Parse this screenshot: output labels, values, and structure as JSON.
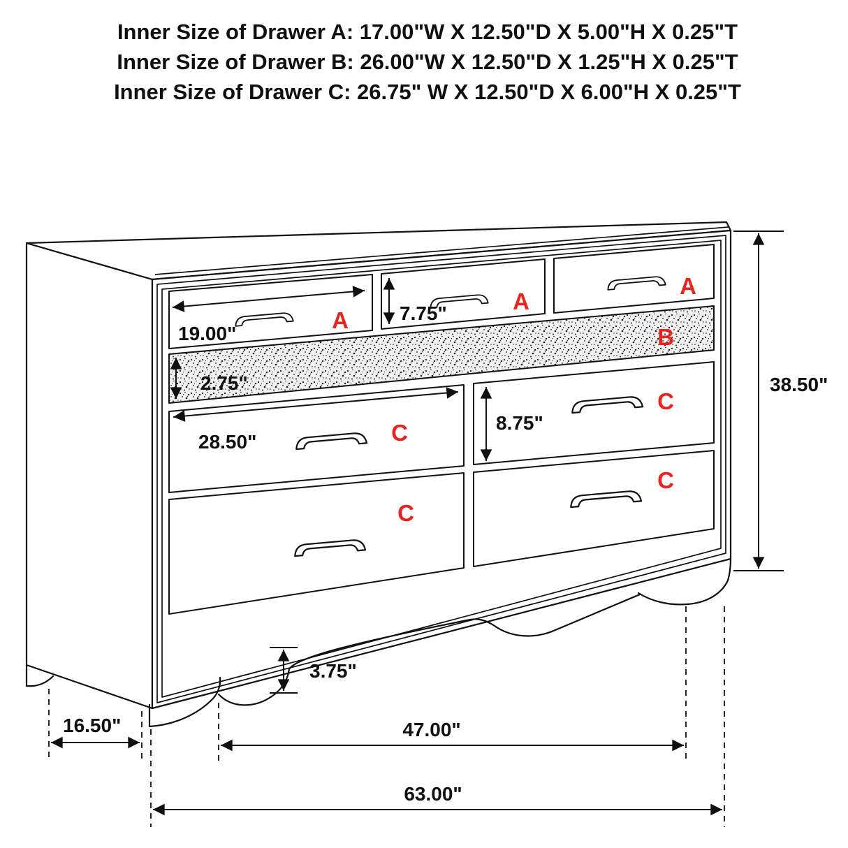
{
  "header": {
    "line1": "Inner Size of Drawer A: 17.00\"W X 12.50\"D X 5.00\"H X 0.25\"T",
    "line2": "Inner Size of Drawer B: 26.00\"W X 12.50\"D X 1.25\"H X 0.25\"T",
    "line3": "Inner Size of Drawer C: 26.75\" W X 12.50\"D X 6.00\"H X 0.25\"T"
  },
  "drawer_labels": {
    "a1": "A",
    "a2": "A",
    "a3": "A",
    "b": "B",
    "c1_left": "C",
    "c1_right": "C",
    "c2_left": "C",
    "c2_right": "C"
  },
  "dimensions": {
    "drawer_a_width": "19.00\"",
    "drawer_a_height": "7.75\"",
    "drawer_b_height": "2.75\"",
    "drawer_c_width": "28.50\"",
    "drawer_c_height": "8.75\"",
    "overall_height": "38.50\"",
    "base_height": "3.75\"",
    "depth": "16.50\"",
    "feet_span": "47.00\"",
    "overall_width": "63.00\""
  },
  "colors": {
    "line": "#101010",
    "accent": "#e8241f",
    "background": "#ffffff"
  }
}
